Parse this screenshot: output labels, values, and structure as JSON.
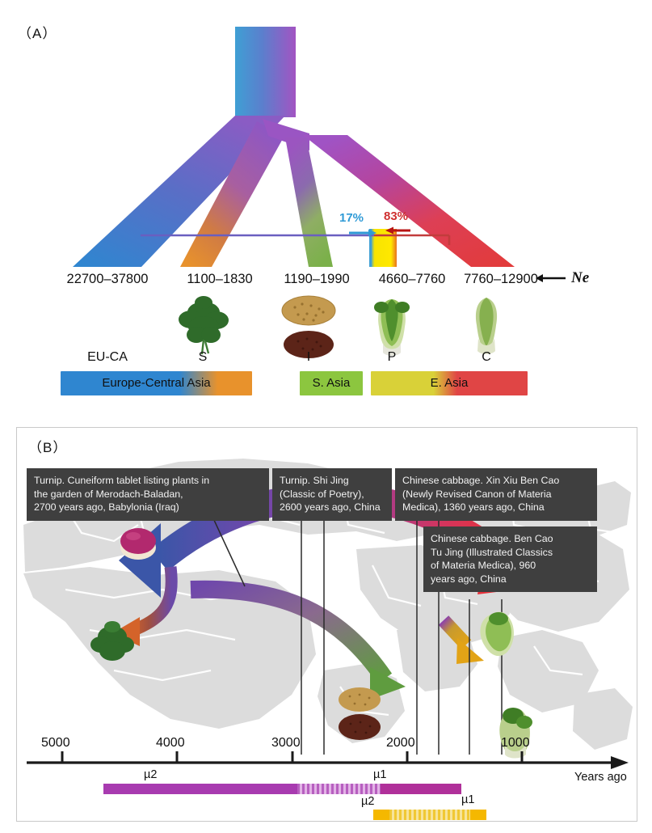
{
  "figure": {
    "panel_a_label": "（A）",
    "panel_b_label": "（B）"
  },
  "panel_a": {
    "ne_axis_note": "Ne",
    "ne_arrow": "←",
    "ne_values": [
      {
        "key": "eu_ca",
        "text": "22700–37800"
      },
      {
        "key": "s",
        "text": "1100–1830"
      },
      {
        "key": "i",
        "text": "1190–1990"
      },
      {
        "key": "p",
        "text": "4660–7760"
      },
      {
        "key": "c",
        "text": "7760–12900"
      }
    ],
    "admixture": [
      {
        "key": "blue_17",
        "text": "17%",
        "color": "#2f9ad6",
        "direction": "→"
      },
      {
        "key": "red_83",
        "text": "83%",
        "color": "#cf3030",
        "direction": "←"
      }
    ],
    "taxa": [
      {
        "key": "eu_ca",
        "label": "EU-CA",
        "image": "none"
      },
      {
        "key": "s",
        "label": "S",
        "image": "leafy-kale-photo"
      },
      {
        "key": "i",
        "label": "I",
        "image": "seeds-photo"
      },
      {
        "key": "p",
        "label": "P",
        "image": "chinese-cabbage-photo"
      },
      {
        "key": "c",
        "label": "C",
        "image": "pak-choi-photo"
      }
    ],
    "legend": [
      {
        "key": "europe_central_asia",
        "text": "Europe-Central Asia",
        "color_start": "#2f86d0",
        "color_end": "#e8922c"
      },
      {
        "key": "s_asia",
        "text": "S. Asia",
        "color_start": "#8cc63f",
        "color_end": "#8cc63f"
      },
      {
        "key": "e_asia",
        "text": "E. Asia",
        "color_start": "#d9d138",
        "color_end": "#e04545"
      }
    ]
  },
  "panel_b": {
    "callouts": [
      {
        "key": "turnip_cuneiform",
        "lines": [
          "Turnip. Cuneiform tablet listing plants in",
          "the garden of Merodach-Baladan,",
          "2700 years ago, Babylonia (Iraq)"
        ]
      },
      {
        "key": "turnip_shi_jing",
        "lines": [
          "Turnip. Shi Jing",
          "(Classic of Poetry),",
          "2600 years ago, China"
        ]
      },
      {
        "key": "cabbage_xin_xiu_ben_cao",
        "lines": [
          "Chinese cabbage. Xin Xiu Ben Cao",
          "(Newly Revised Canon of Materia",
          "Medica), 1360 years ago, China"
        ]
      },
      {
        "key": "cabbage_ben_cao_tu_jing",
        "lines": [
          "Chinese cabbage. Ben Cao",
          "Tu Jing (Illustrated Classics",
          "of Materia Medica), 960",
          "years ago, China"
        ]
      }
    ],
    "axis": {
      "ticks": [
        "5000",
        "4000",
        "3000",
        "2000",
        "1000"
      ],
      "axis_title": "Years ago",
      "arrow": "→"
    },
    "rate_bars": [
      {
        "key": "purple_bar",
        "color_solid": "#a83bb0",
        "color_dark": "#b0309a",
        "labels": [
          {
            "key": "mu2_left",
            "text": "µ2",
            "position": "above-left"
          },
          {
            "key": "mu1_right",
            "text": "µ1",
            "position": "above-right"
          },
          {
            "key": "mu2_below",
            "text": "µ2",
            "position": "below-right"
          }
        ]
      },
      {
        "key": "yellow_bar",
        "color_solid": "#f5b800",
        "labels": [
          {
            "key": "mu1_right",
            "text": "µ1",
            "position": "above-right"
          }
        ]
      }
    ],
    "map_items": [
      {
        "key": "turnip-photo",
        "region": "europe"
      },
      {
        "key": "kale-photo",
        "region": "mediterranean"
      },
      {
        "key": "seeds-yellow-photo",
        "region": "south-asia"
      },
      {
        "key": "seeds-brown-photo",
        "region": "south-asia"
      },
      {
        "key": "chinese-cabbage-photo",
        "region": "east-asia"
      },
      {
        "key": "pak-choi-photo",
        "region": "east-asia"
      }
    ]
  }
}
